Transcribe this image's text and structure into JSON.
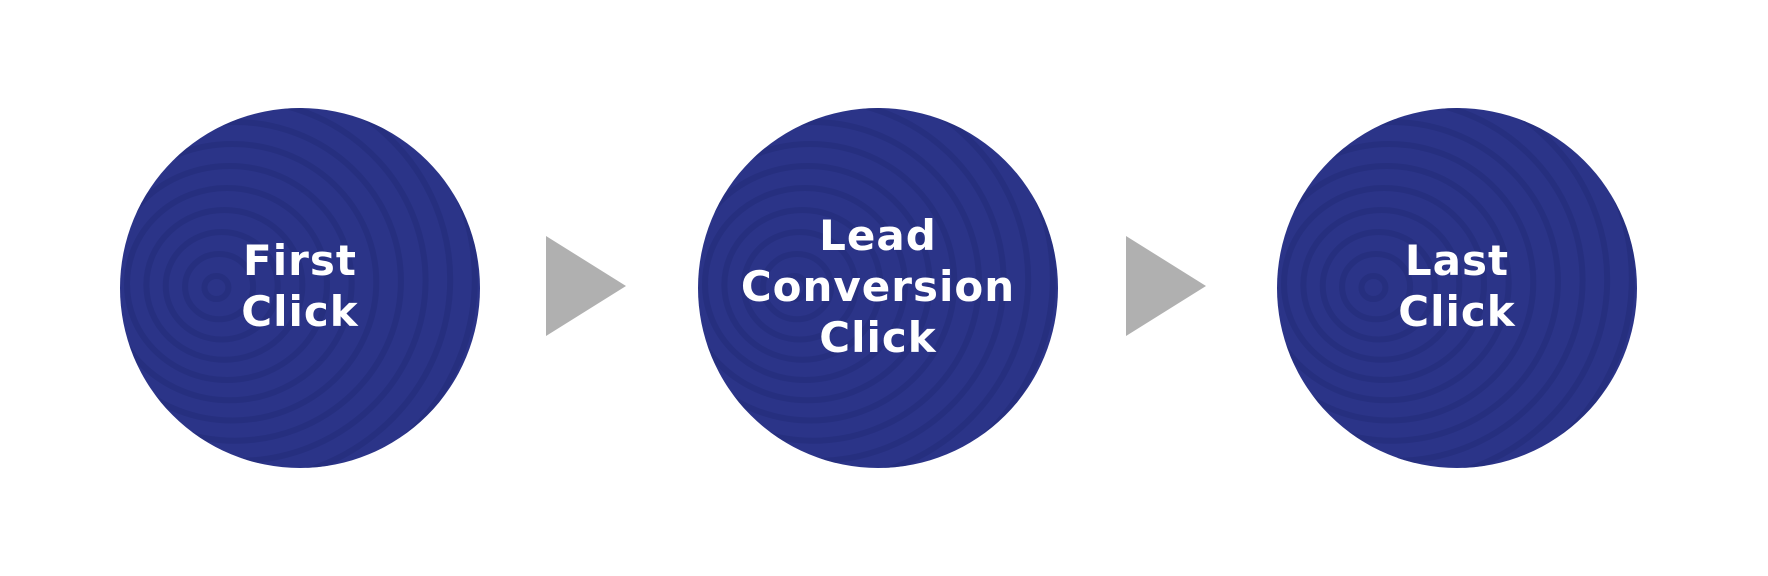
{
  "steps": [
    {
      "lines": [
        "First",
        "Click"
      ]
    },
    {
      "lines": [
        "Lead",
        "Conversion",
        "Click"
      ]
    },
    {
      "lines": [
        "Last",
        "Click"
      ]
    }
  ],
  "colors": {
    "circle_fill": "#2b3488",
    "circle_ring": "#232b78",
    "text": "#ffffff",
    "arrow": "#b0b0b0",
    "background": "#ffffff"
  }
}
